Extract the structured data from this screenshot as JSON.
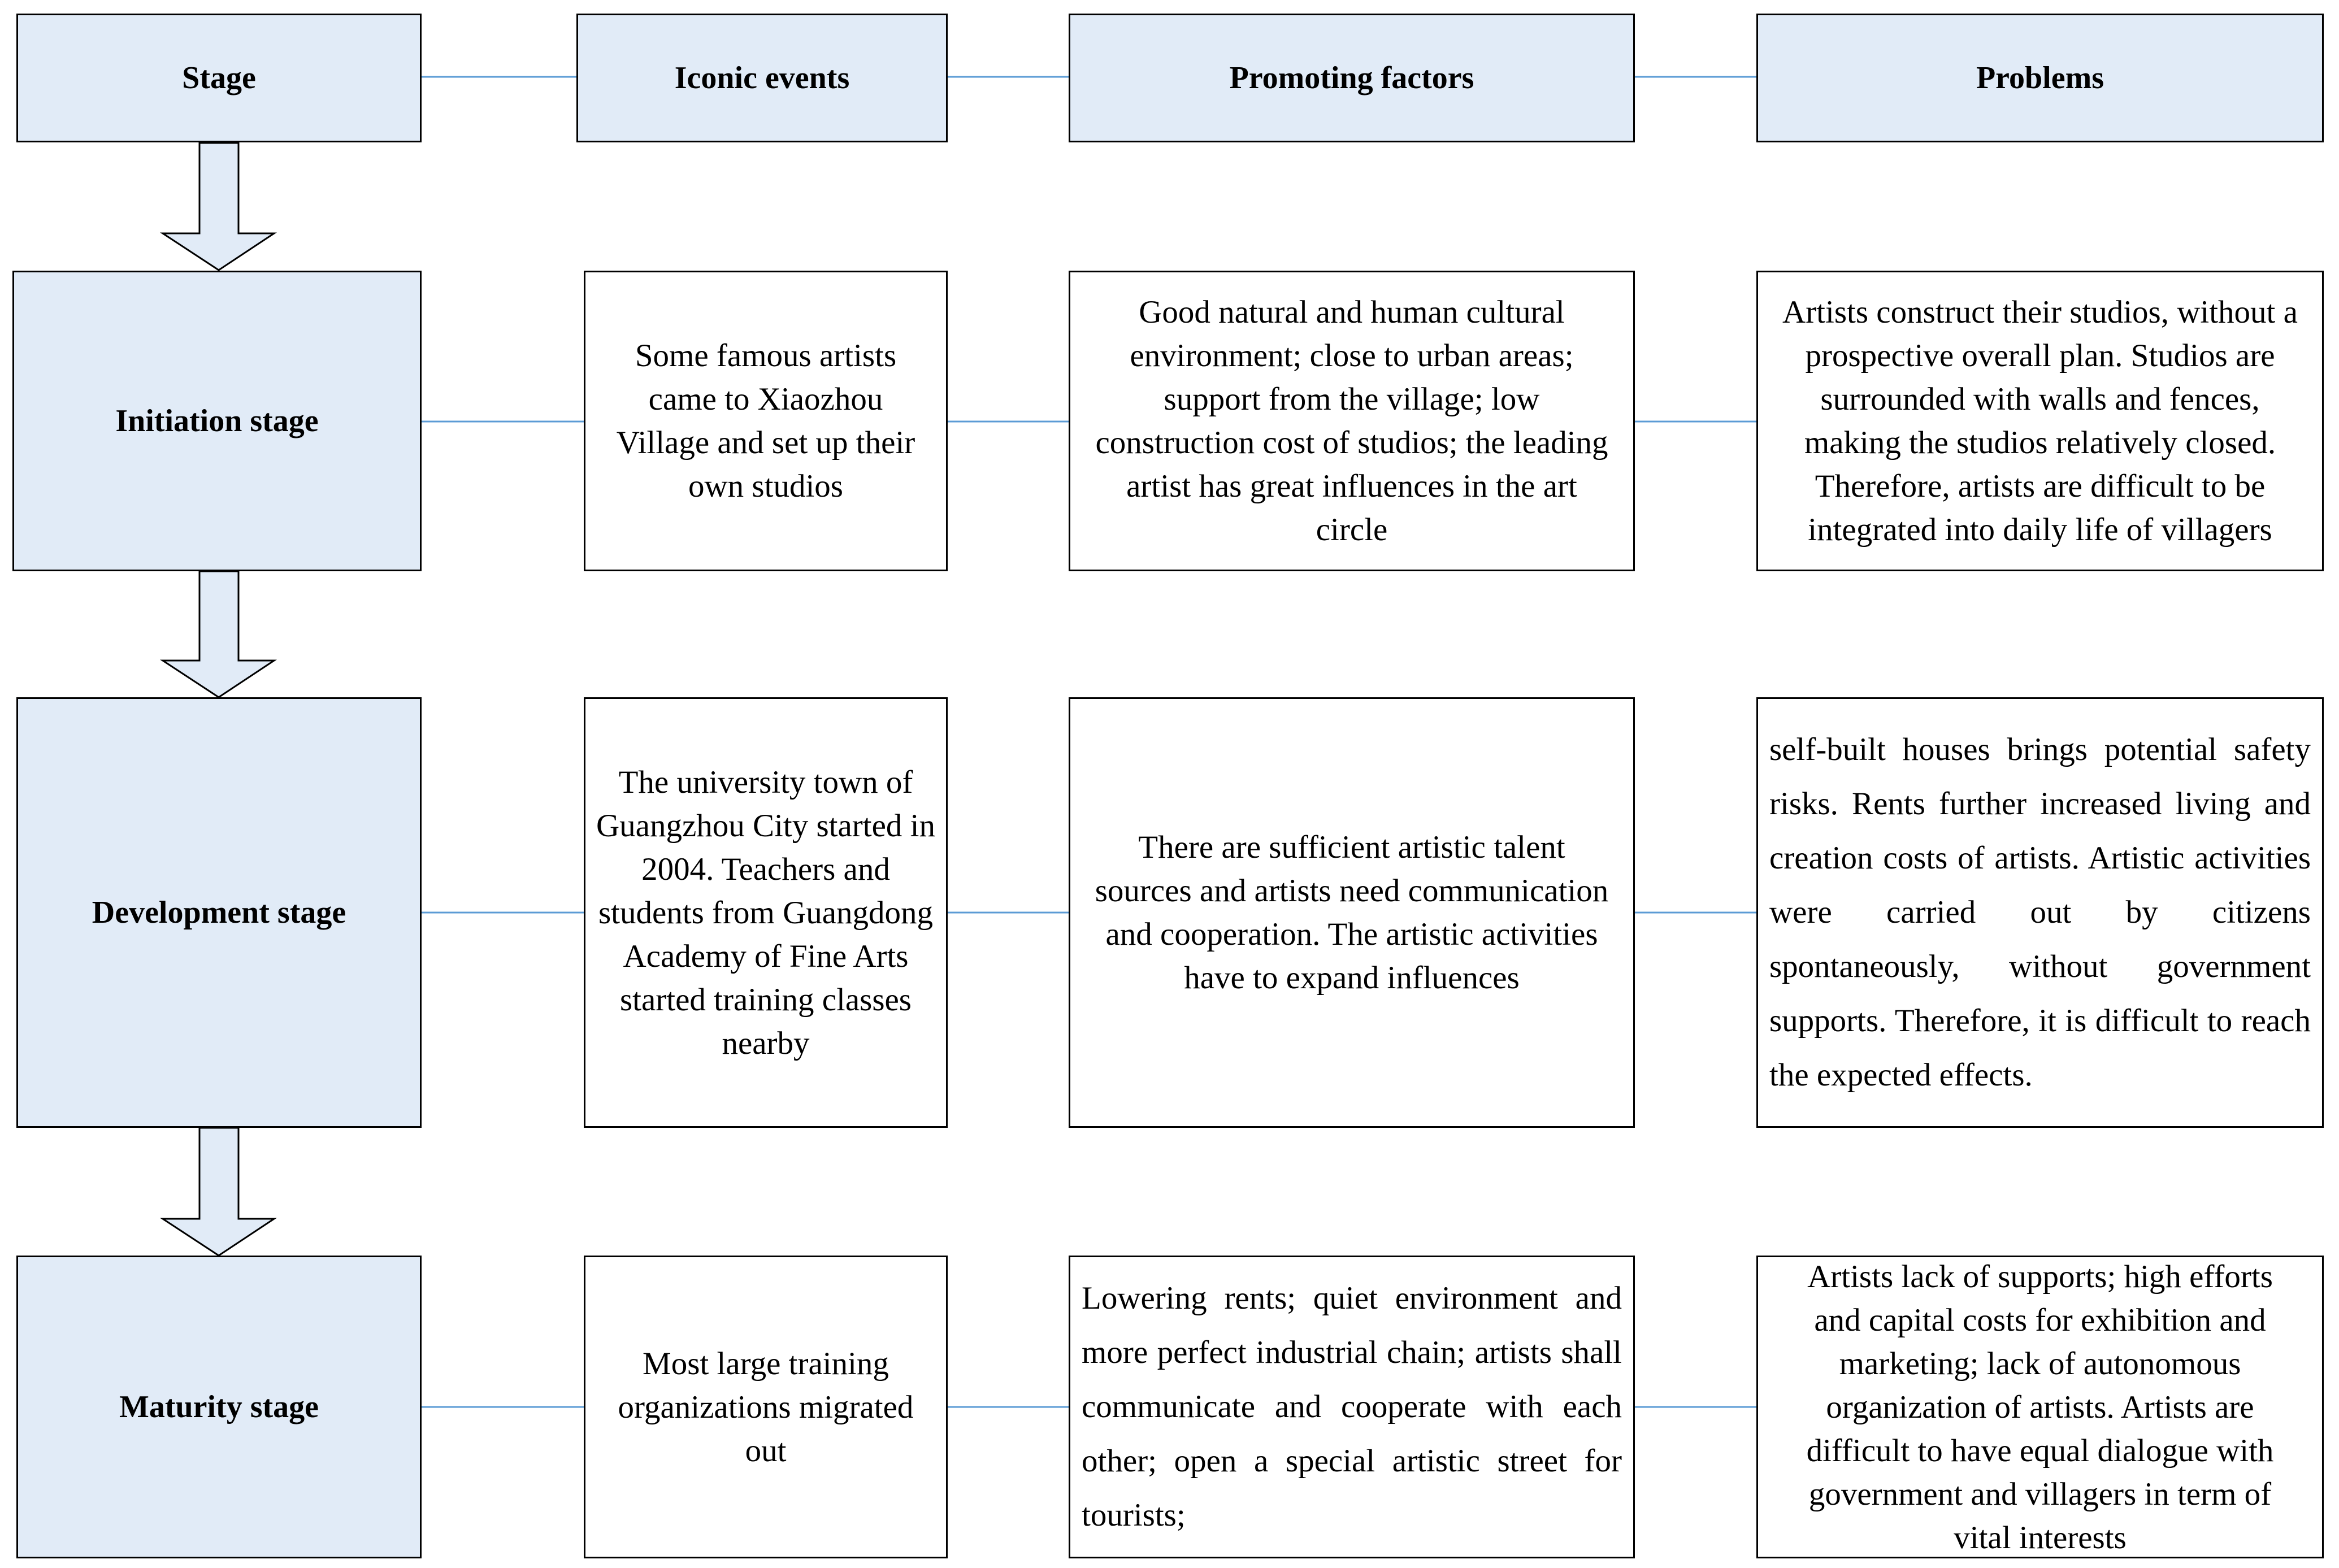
{
  "headers": [
    "Stage",
    "Iconic events",
    "Promoting factors",
    "Problems"
  ],
  "rows": [
    {
      "stage": "Initiation stage",
      "events": "Some famous artists came to Xiaozhou Village and set up their own studios",
      "factors": "Good natural and human cultural environment; close to urban areas; support from the village; low construction cost of studios; the leading artist has great influences in the art circle",
      "problems": "Artists construct their studios, without a prospective overall plan. Studios are surrounded with walls and fences, making the studios relatively closed. Therefore, artists are difficult to be integrated into daily life of villagers"
    },
    {
      "stage": "Development stage",
      "events": "The university town of Guangzhou City started in 2004. Teachers and students from Guangdong Academy of Fine Arts started training classes nearby",
      "factors": "There are sufficient artistic talent sources and artists need communication and cooperation. The artistic activities have to expand influences",
      "problems": "self-built houses brings potential safety risks. Rents further increased living and creation costs of artists. Artistic activities were carried out by citizens spontaneously, without government supports. Therefore, it is difficult to reach the expected effects."
    },
    {
      "stage": "Maturity stage",
      "events": "Most large training organizations migrated out",
      "factors": "Lowering rents; quiet environment and more perfect industrial chain; artists shall communicate and cooperate with each other; open a special artistic street for tourists;",
      "problems": "Artists lack of supports; high efforts and capital costs for exhibition and marketing; lack of autonomous organization of artists. Artists are difficult to have equal dialogue with government and villagers in term of vital interests"
    }
  ],
  "colors": {
    "box_fill": "#e1ebf7",
    "connector": "#5b9bd5",
    "border": "#000000"
  }
}
